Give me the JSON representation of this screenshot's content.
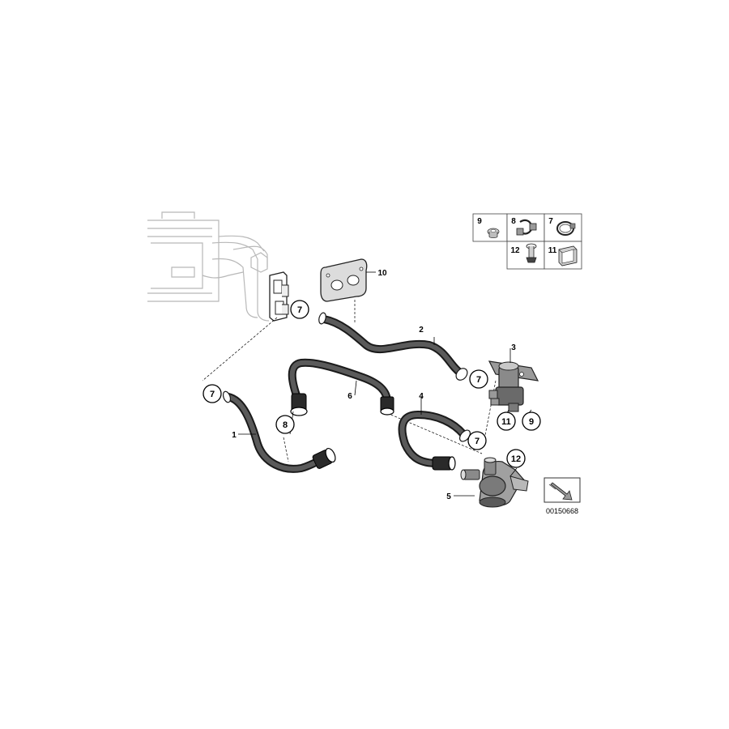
{
  "parts": {
    "p1": "1",
    "p2": "2",
    "p3": "3",
    "p4": "4",
    "p5": "5",
    "p6": "6",
    "p10": "10"
  },
  "callouts": {
    "c7": "7",
    "c8": "8",
    "c9": "9",
    "c11": "11",
    "c12": "12"
  },
  "legend": {
    "cells": [
      "9",
      "8",
      "7",
      "12",
      "11"
    ]
  },
  "diagram_id": "00150668"
}
